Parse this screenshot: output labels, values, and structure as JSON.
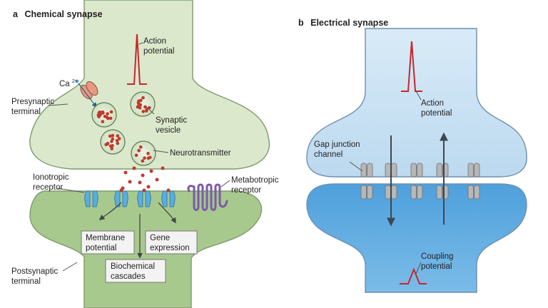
{
  "panel_a": {
    "letter": "a",
    "title": "Chemical synapse",
    "labels": {
      "action_potential": [
        "Action",
        "potential"
      ],
      "calcium": "Ca",
      "calcium_sup": "2+",
      "presynaptic_terminal": [
        "Presynaptic",
        "terminal"
      ],
      "synaptic_vesicle": [
        "Synaptic",
        "vesicle"
      ],
      "neurotransmitter": "Neurotransmitter",
      "ionotropic_receptor": [
        "Ionotropic",
        "receptor"
      ],
      "metabotropic_receptor": [
        "Metabotropic",
        "receptor"
      ],
      "membrane_potential": [
        "Membrane",
        "potential"
      ],
      "gene_expression": [
        "Gene",
        "expression"
      ],
      "biochemical_cascades": [
        "Biochemical",
        "cascades"
      ],
      "postsynaptic_terminal": [
        "Postsynaptic",
        "terminal"
      ]
    }
  },
  "panel_b": {
    "letter": "b",
    "title": "Electrical synapse",
    "labels": {
      "action_potential": [
        "Action",
        "potential"
      ],
      "gap_junction_channel": [
        "Gap junction",
        "channel"
      ],
      "coupling_potential": [
        "Coupling",
        "potential"
      ]
    }
  },
  "colors": {
    "chemical_fill": "#dbe8cc",
    "chemical_stroke": "#7e9a6d",
    "post_fill": "#a7c98d",
    "electrical_fill": "#cfe4f5",
    "electrical_stroke": "#6d8fae",
    "electrical_post": "#5fa9df",
    "trace_red": "#c8262c",
    "receptor_blue": "#5aaedf",
    "metabotropic_purple": "#7b5aa6",
    "vesicle_dot": "#c0392b",
    "channel_grey": "#b7b7b7",
    "arrow_dark": "#3d4750"
  }
}
